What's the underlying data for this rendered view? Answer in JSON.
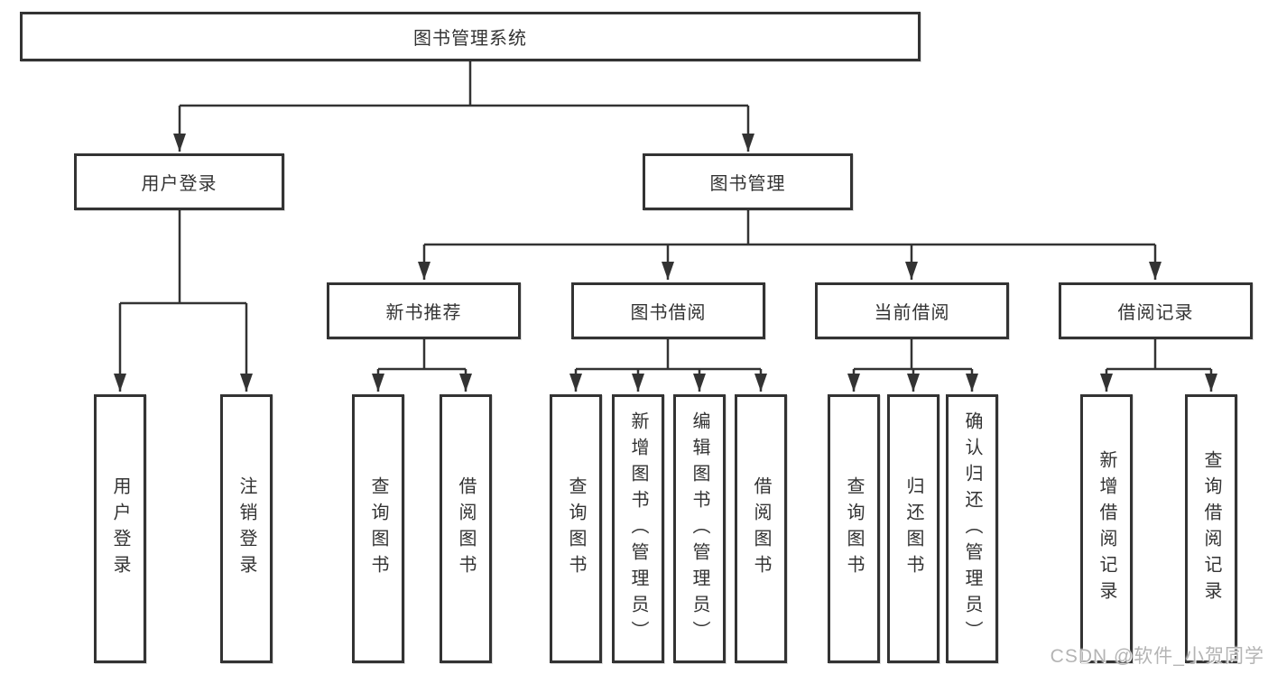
{
  "diagram_type": "hierarchy-tree",
  "tree": {
    "label": "图书管理系统",
    "children": [
      {
        "label": "用户登录",
        "children": [
          {
            "label": "用户登录"
          },
          {
            "label": "注销登录"
          }
        ]
      },
      {
        "label": "图书管理",
        "children": [
          {
            "label": "新书推荐",
            "children": [
              {
                "label": "查询图书"
              },
              {
                "label": "借阅图书"
              }
            ]
          },
          {
            "label": "图书借阅",
            "children": [
              {
                "label": "查询图书"
              },
              {
                "label": "新增图书（管理员）"
              },
              {
                "label": "编辑图书（管理员）"
              },
              {
                "label": "借阅图书"
              }
            ]
          },
          {
            "label": "当前借阅",
            "children": [
              {
                "label": "查询图书"
              },
              {
                "label": "归还图书"
              },
              {
                "label": "确认归还（管理员）"
              }
            ]
          },
          {
            "label": "借阅记录",
            "children": [
              {
                "label": "新增借阅记录"
              },
              {
                "label": "查询借阅记录"
              }
            ]
          }
        ]
      }
    ]
  },
  "watermark": {
    "text": "CSDN @软件_小贺同学"
  },
  "colors": {
    "line": "#333333",
    "box_border": "#333333",
    "text": "#333333",
    "background": "#ffffff",
    "watermark": "#b4b4b4"
  }
}
